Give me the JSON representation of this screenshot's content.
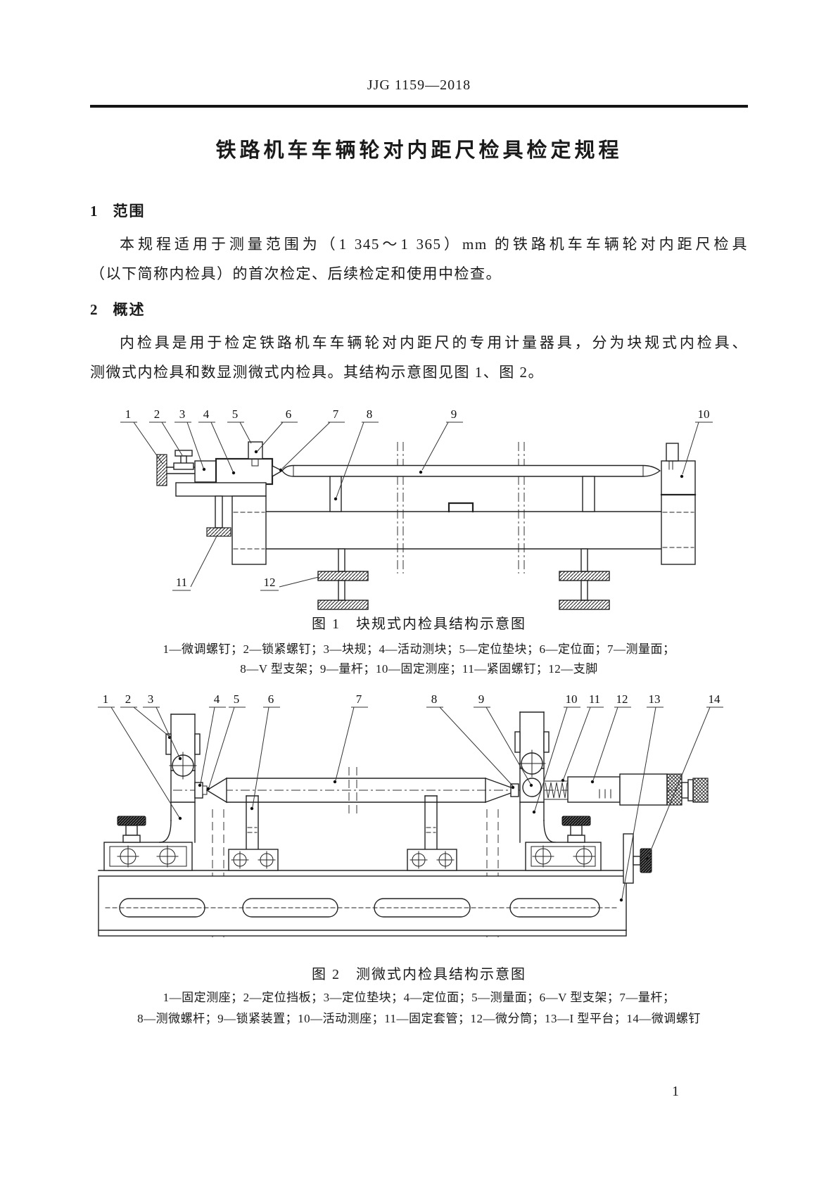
{
  "header": {
    "doc_code": "JJG 1159—2018"
  },
  "title": "铁路机车车辆轮对内距尺检具检定规程",
  "sections": [
    {
      "no": "1",
      "heading": "范围",
      "lines": [
        "本规程适用于测量范围为（1 345～1 365）mm 的铁路机车车辆轮对内距尺检具",
        "（以下简称内检具）的首次检定、后续检定和使用中检查。"
      ]
    },
    {
      "no": "2",
      "heading": "概述",
      "lines": [
        "内检具是用于检定铁路机车车辆轮对内距尺的专用计量器具，分为块规式内检具、",
        "测微式内检具和数显测微式内检具。其结构示意图见图 1、图 2。"
      ]
    }
  ],
  "figure1": {
    "caption": "图 1　块规式内检具结构示意图",
    "legend_lines": [
      "1—微调螺钉；2—锁紧螺钉；3—块规；4—活动测块；5—定位垫块；6—定位面；7—测量面；",
      "8—V 型支架；9—量杆；10—固定测座；11—紧固螺钉；12—支脚"
    ],
    "callouts": [
      "1",
      "2",
      "3",
      "4",
      "5",
      "6",
      "7",
      "8",
      "9",
      "10",
      "11",
      "12"
    ]
  },
  "figure2": {
    "caption": "图 2　测微式内检具结构示意图",
    "legend_lines": [
      "1—固定测座；2—定位挡板；3—定位垫块；4—定位面；5—测量面；6—V 型支架；7—量杆；",
      "8—测微螺杆；9—锁紧装置；10—活动测座；11—固定套管；12—微分筒；13—I 型平台；14—微调螺钉"
    ],
    "callouts": [
      "1",
      "2",
      "3",
      "4",
      "5",
      "6",
      "7",
      "8",
      "9",
      "10",
      "11",
      "12",
      "13",
      "14"
    ]
  },
  "page": {
    "number": "1"
  }
}
